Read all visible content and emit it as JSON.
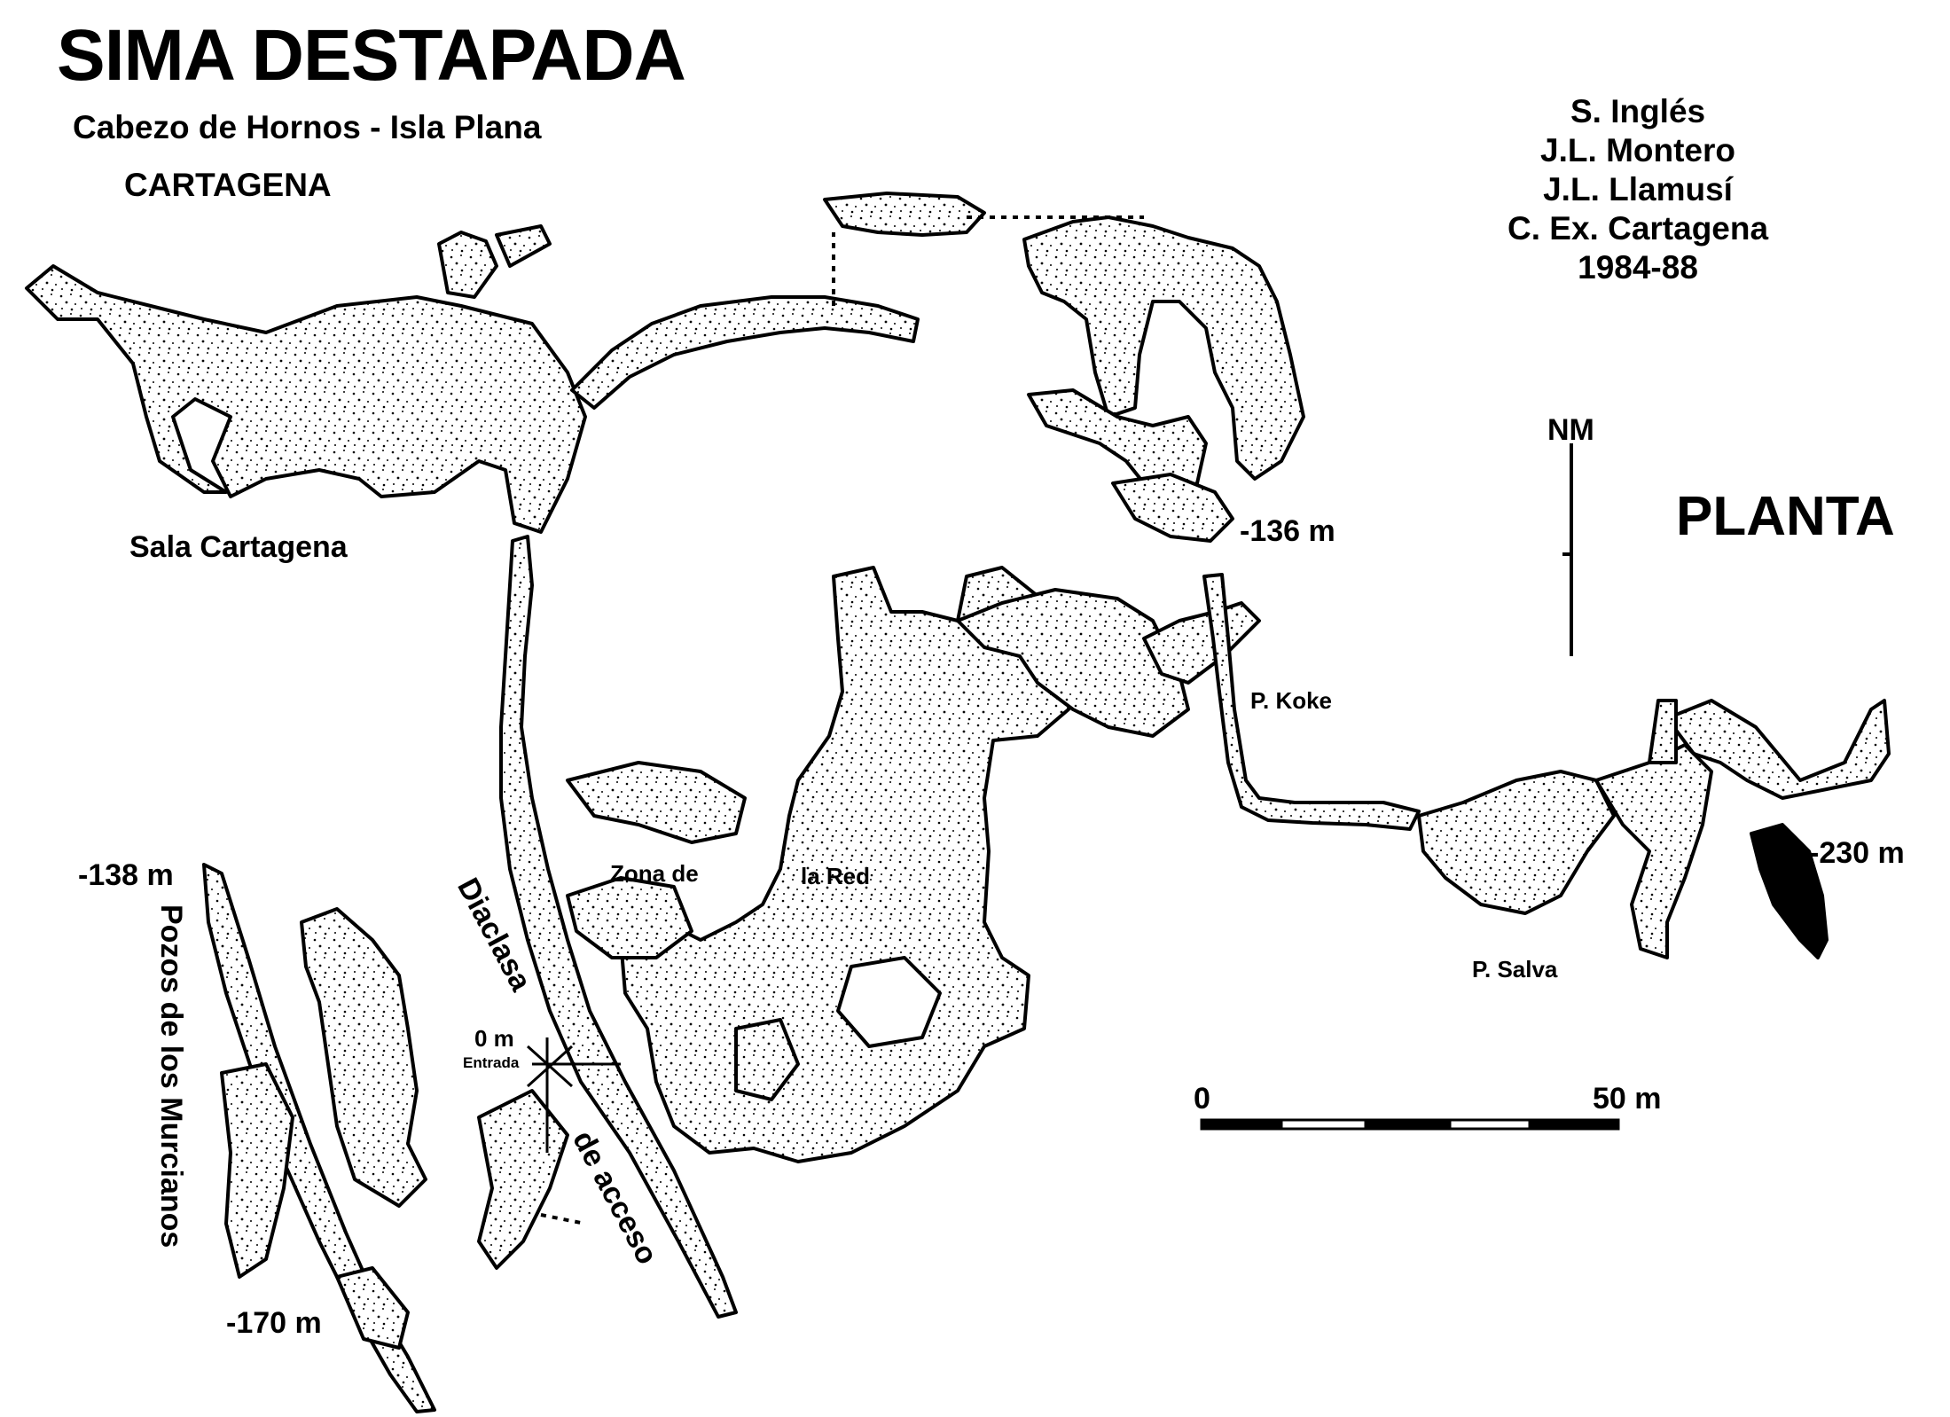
{
  "map": {
    "title": "SIMA DESTAPADA",
    "subtitle_1": "Cabezo de Hornos - Isla Plana",
    "subtitle_2": "CARTAGENA",
    "authors": [
      "S. Inglés",
      "J.L. Montero",
      "J.L. Llamusí",
      "C. Ex. Cartagena",
      "1984-88"
    ],
    "view_label": "PLANTA",
    "north_label": "NM",
    "scale": {
      "start": "0",
      "end": "50 m"
    },
    "labels": {
      "sala_cartagena": "Sala Cartagena",
      "depth_136": "-136 m",
      "depth_138": "-138 m",
      "depth_170": "-170 m",
      "depth_230": "-230 m",
      "depth_0": "0 m",
      "entrada": "Entrada",
      "p_koke": "P. Koke",
      "p_salva": "P. Salva",
      "zona_de": "Zona de",
      "la_red": "la Red",
      "diaclasa": "Diaclasa",
      "de_acceso": "de acceso",
      "pozos": "Pozos de los Murcianos"
    },
    "colors": {
      "ink": "#000000",
      "paper": "#ffffff",
      "cave_fill": "#f2f2f2"
    }
  }
}
